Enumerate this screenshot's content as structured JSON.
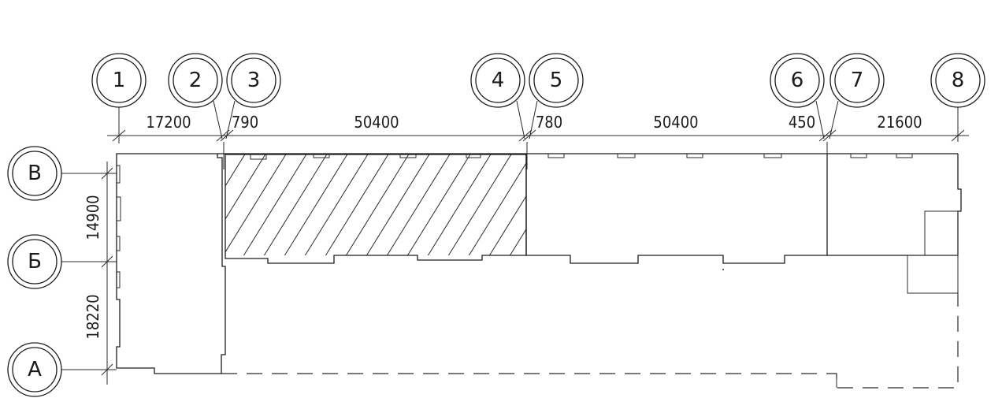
{
  "axes": {
    "vertical": [
      "1",
      "2",
      "3",
      "4",
      "5",
      "6",
      "7",
      "8"
    ],
    "horizontal": [
      "В",
      "Б",
      "А"
    ]
  },
  "dimensions": {
    "top": [
      "17200",
      "790",
      "50400",
      "780",
      "50400",
      "450",
      "21600"
    ],
    "left": [
      "14900",
      "18220"
    ]
  }
}
